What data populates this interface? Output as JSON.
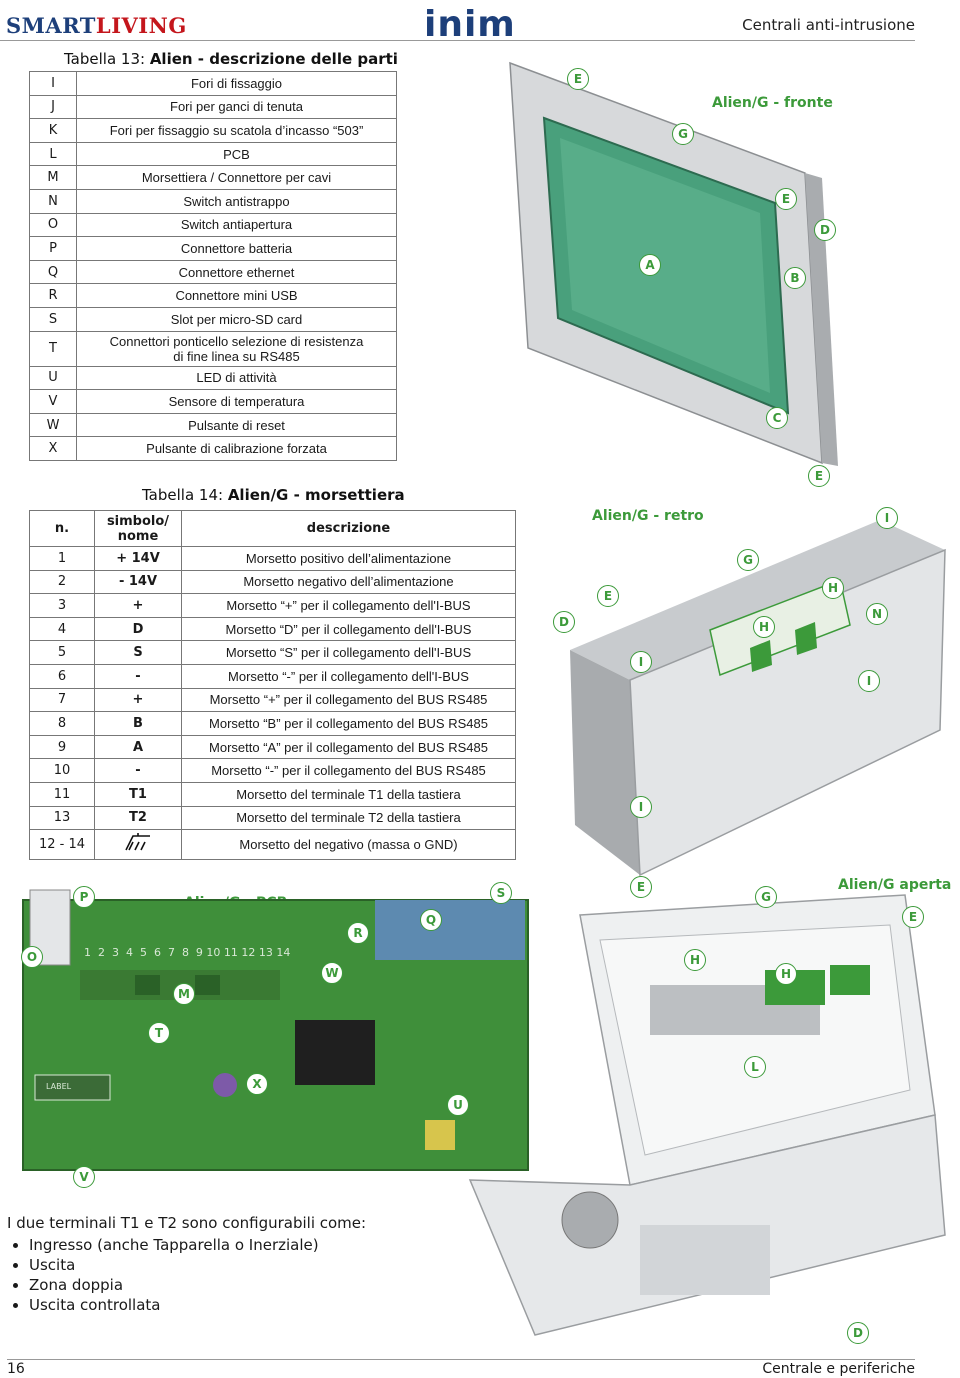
{
  "header": {
    "brand_left_a": "SMART",
    "brand_left_b": "LIVING",
    "brand_center": "inim",
    "section": "Centrali anti-intrusione"
  },
  "table13": {
    "caption_prefix": "Tabella 13: ",
    "caption_bold": "Alien - descrizione delle parti",
    "rows": [
      {
        "key": "I",
        "desc": "Fori di fissaggio"
      },
      {
        "key": "J",
        "desc": "Fori per ganci di tenuta"
      },
      {
        "key": "K",
        "desc": "Fori per fissaggio su scatola d’incasso “503”"
      },
      {
        "key": "L",
        "desc": "PCB"
      },
      {
        "key": "M",
        "desc": "Morsettiera / Connettore per cavi"
      },
      {
        "key": "N",
        "desc": "Switch antistrappo"
      },
      {
        "key": "O",
        "desc": "Switch antiapertura"
      },
      {
        "key": "P",
        "desc": "Connettore batteria"
      },
      {
        "key": "Q",
        "desc": "Connettore ethernet"
      },
      {
        "key": "R",
        "desc": "Connettore mini USB"
      },
      {
        "key": "S",
        "desc": "Slot per micro-SD card"
      },
      {
        "key": "T",
        "desc": "Connettori ponticello selezione di resistenza di fine linea su RS485"
      },
      {
        "key": "U",
        "desc": "LED di attività"
      },
      {
        "key": "V",
        "desc": "Sensore di temperatura"
      },
      {
        "key": "W",
        "desc": "Pulsante di reset"
      },
      {
        "key": "X",
        "desc": "Pulsante di calibrazione forzata"
      }
    ]
  },
  "table14": {
    "caption_prefix": "Tabella 14: ",
    "caption_bold": "Alien/G - morsettiera",
    "headers": {
      "n": "n.",
      "sym": "simbolo/ nome",
      "desc": "descrizione"
    },
    "rows": [
      {
        "n": "1",
        "sym": "+ 14V",
        "desc": "Morsetto positivo dell’alimentazione"
      },
      {
        "n": "2",
        "sym": "- 14V",
        "desc": "Morsetto negativo dell’alimentazione"
      },
      {
        "n": "3",
        "sym": "+",
        "desc": "Morsetto “+” per il collegamento dell'I-BUS"
      },
      {
        "n": "4",
        "sym": "D",
        "desc": "Morsetto “D” per il collegamento dell'I-BUS"
      },
      {
        "n": "5",
        "sym": "S",
        "desc": "Morsetto “S” per il collegamento dell'I-BUS"
      },
      {
        "n": "6",
        "sym": "-",
        "desc": "Morsetto “-” per il collegamento dell'I-BUS"
      },
      {
        "n": "7",
        "sym": "+",
        "desc": "Morsetto “+” per il collegamento del BUS RS485"
      },
      {
        "n": "8",
        "sym": "B",
        "desc": "Morsetto “B” per il collegamento del BUS RS485"
      },
      {
        "n": "9",
        "sym": "A",
        "desc": "Morsetto “A” per il collegamento del BUS RS485"
      },
      {
        "n": "10",
        "sym": "-",
        "desc": "Morsetto “-” per il collegamento del BUS RS485"
      },
      {
        "n": "11",
        "sym": "T1",
        "desc": "Morsetto del terminale T1 della tastiera"
      },
      {
        "n": "13",
        "sym": "T2",
        "desc": "Morsetto del terminale T2 della tastiera"
      }
    ],
    "gnd_row": {
      "n": "12 - 14",
      "sym_icon": "ground-icon",
      "desc": "Morsetto del negativo (massa o GND)"
    }
  },
  "figures": {
    "front_title": "Alien/G - fronte",
    "back_title": "Alien/G - retro",
    "pcb_title": "Alien/G - PCB",
    "open_title": "Alien/G aperta",
    "pcb_terminals": "1  2  3  4  5  6  7  8  9 10 11 12 13 14",
    "pcb_label": "LABEL"
  },
  "notes": {
    "intro": "I due terminali T1 e T2 sono configurabili come:",
    "items": [
      "Ingresso (anche Tapparella o Inerziale)",
      "Uscita",
      "Zona doppia",
      "Uscita controllata"
    ]
  },
  "footer": {
    "page": "16",
    "title": "Centrale e periferiche"
  },
  "colors": {
    "accent": "#3c9a3a",
    "brand_blue": "#1d3f7a",
    "brand_red": "#c4161c"
  }
}
